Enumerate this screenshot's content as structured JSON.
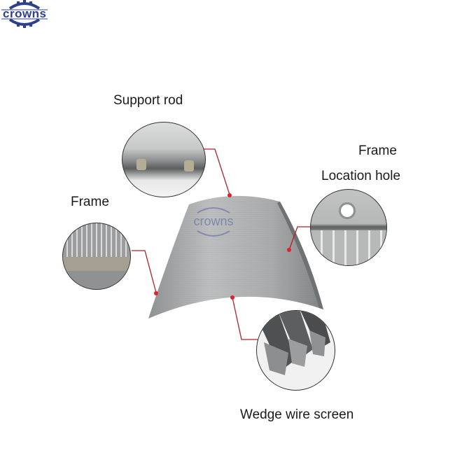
{
  "brand": {
    "logo_text": "crowns",
    "logo_color": "#2e3f8f",
    "watermark_text": "crowns"
  },
  "labels": {
    "support_rod": "Support rod",
    "frame_right": "Frame",
    "location_hole": "Location hole",
    "frame_left": "Frame",
    "wedge_wire_screen": "Wedge wire screen"
  },
  "colors": {
    "leader_line": "#b3202a",
    "marker": "#e0202c",
    "metal_light": "#c9cacb",
    "metal_dark": "#7d7f80"
  }
}
